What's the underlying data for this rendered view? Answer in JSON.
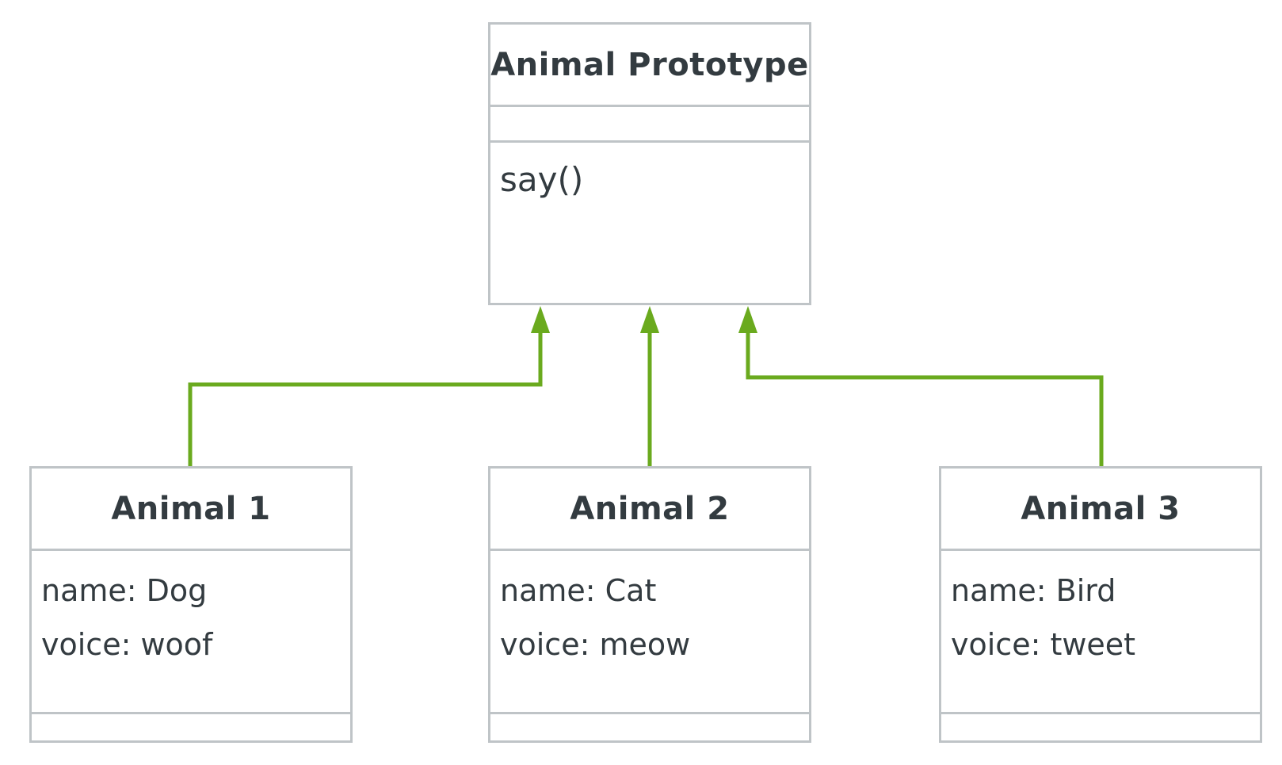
{
  "diagram": {
    "prototype": {
      "title": "Animal Prototype",
      "attributes": [],
      "methods": [
        "say()"
      ]
    },
    "children": [
      {
        "title": "Animal 1",
        "attributes": [
          "name: Dog",
          "voice: woof"
        ]
      },
      {
        "title": "Animal 2",
        "attributes": [
          "name: Cat",
          "voice: meow"
        ]
      },
      {
        "title": "Animal 3",
        "attributes": [
          "name: Bird",
          "voice: tweet"
        ]
      }
    ],
    "colors": {
      "connector": "#6aaa1e",
      "box_border": "#bfc4c7",
      "text": "#333b40"
    }
  }
}
